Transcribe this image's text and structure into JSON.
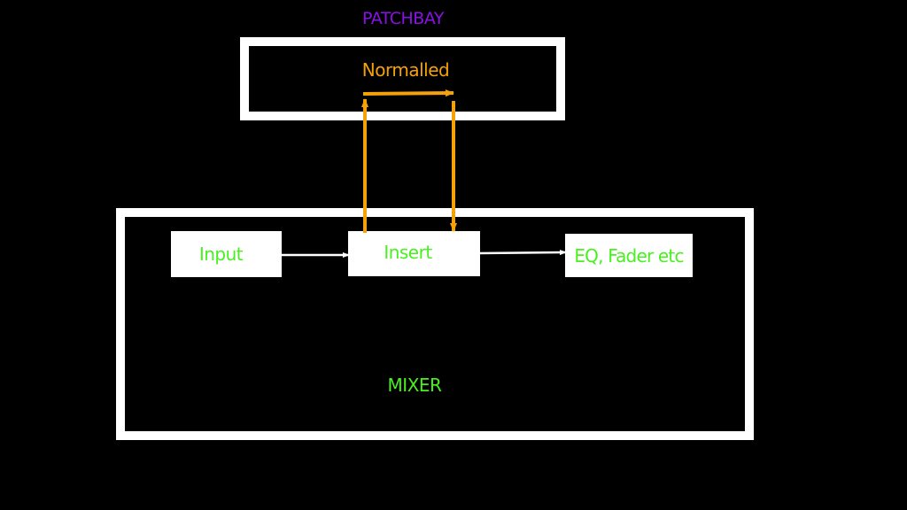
{
  "colors": {
    "background": "#000000",
    "frame": "#ffffff",
    "patchbay_label": "#8a10e8",
    "normalled_label": "#f5a10a",
    "green_text": "#48f020",
    "signal_arrow": "#ffffff",
    "normalled_arrow": "#f5a10a"
  },
  "patchbay": {
    "title": "PATCHBAY",
    "normalled_label": "Normalled"
  },
  "mixer": {
    "title": "MIXER",
    "blocks": [
      {
        "label": "Input"
      },
      {
        "label": "Insert"
      },
      {
        "label": "EQ, Fader etc"
      }
    ]
  }
}
